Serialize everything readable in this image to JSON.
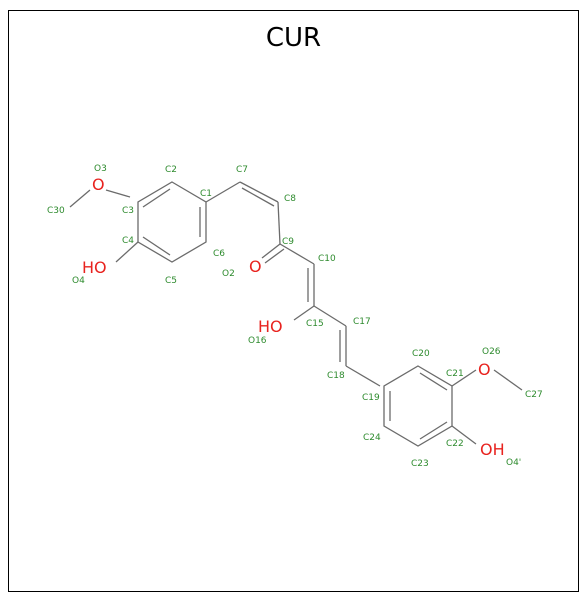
{
  "title": "CUR",
  "atom_labels": {
    "o3": "O3",
    "c30": "C30",
    "c2": "C2",
    "c7": "C7",
    "c1": "C1",
    "c8": "C8",
    "c3": "C3",
    "c4": "C4",
    "o4": "O4",
    "c5": "C5",
    "c6": "C6",
    "c9": "C9",
    "o2": "O2",
    "c10": "C10",
    "c15": "C15",
    "c17": "C17",
    "o16": "O16",
    "c18": "C18",
    "c19": "C19",
    "c20": "C20",
    "c21": "C21",
    "o26": "O26",
    "c27": "C27",
    "c22": "C22",
    "c24": "C24",
    "c23": "C23",
    "o4p": "O4'"
  },
  "heteroatoms": {
    "ho_left": "HO",
    "o_ketone": "O",
    "ho_enol": "HO",
    "oh_right": "OH"
  },
  "colors": {
    "bond": "#6b6b6b",
    "atom_label": "#2e8b2e",
    "heteroatom": "#e8231f"
  }
}
